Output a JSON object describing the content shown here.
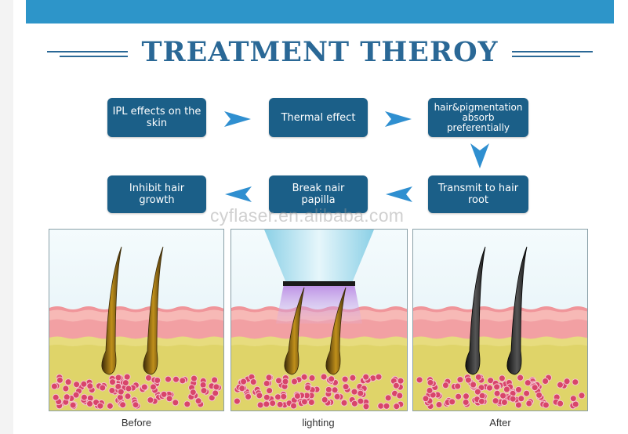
{
  "title": "TREATMENT THEROY",
  "steps": {
    "ipl": "IPL effects on the skin",
    "thermal": "Thermal effect",
    "absorb": "hair&pigmentation absorb preferentially",
    "transmit": "Transmit to hair root",
    "papilla": "Break nair papilla",
    "inhibit": "Inhibit hair growth"
  },
  "watermark": "cyflaser.en.alibaba.com",
  "panels": {
    "before": "Before",
    "lighting": "lighting",
    "after": "After"
  },
  "colors": {
    "top_band": "#2d95c9",
    "title": "#2a6896",
    "box": "#1b5f88",
    "arrow": "#2f8fd0"
  }
}
